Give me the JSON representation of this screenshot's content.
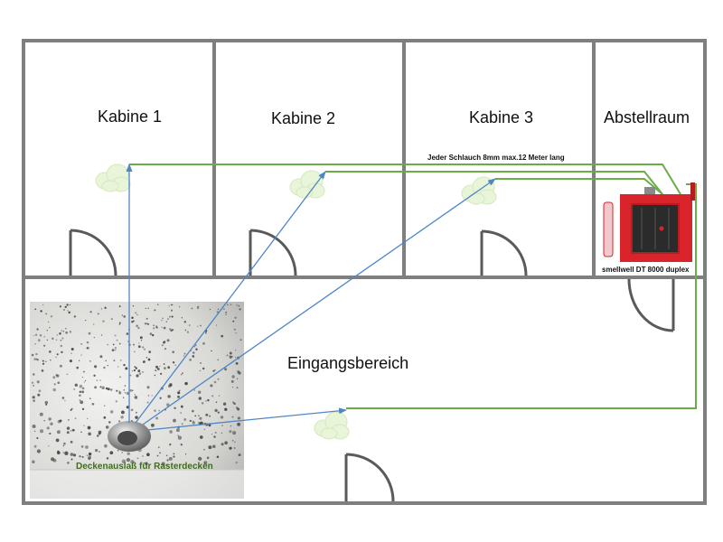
{
  "rooms": {
    "kabine1": "Kabine 1",
    "kabine2": "Kabine 2",
    "kabine3": "Kabine 3",
    "abstellraum": "Abstellraum",
    "eingangsbereich": "Eingangsbereich"
  },
  "hose_note": "Jeder Schlauch 8mm max.12 Meter lang",
  "device_label": "smellwell DT 8000 duplex",
  "photo_caption": "Deckenauslaß für Rasterdecken",
  "colors": {
    "walls": "#7f7f7f",
    "hose": "#6aad45",
    "arrow": "#4f86c6",
    "device": "#d9242b",
    "cloud": "#e9f5d8"
  }
}
